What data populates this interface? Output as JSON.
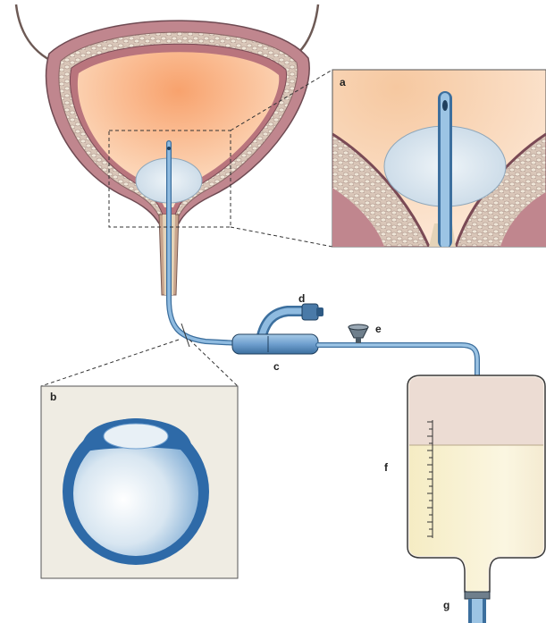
{
  "labels": {
    "a": "a",
    "b": "b",
    "c": "c",
    "d": "d",
    "e": "e",
    "f": "f",
    "g": "g"
  },
  "colors": {
    "tissue": "#b77b84",
    "tissue_dark": "#7a4a55",
    "fat": "#e8ddc9",
    "urine_inner": "#f4b184",
    "catheter": "#7fb1d8",
    "catheter_dark": "#3a6e9c",
    "balloon": "#d6e3ec",
    "inset_bg": "#efece3",
    "bag_fill": "#f7efc8",
    "bag_top": "#eedfd6"
  }
}
